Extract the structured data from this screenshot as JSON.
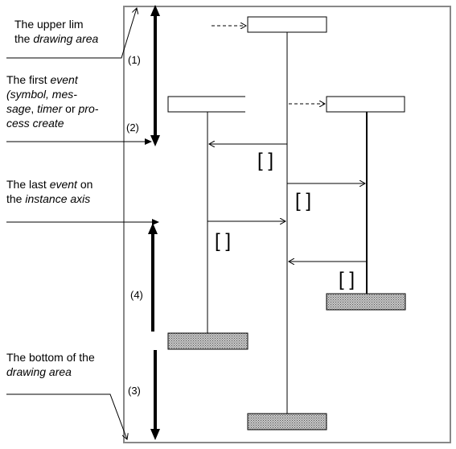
{
  "labels": {
    "upper_limit": {
      "l1": "The upper lim",
      "l2a": "the ",
      "l2b": "drawing area"
    },
    "first_event": {
      "l1a": "The first ",
      "l1b": "event",
      "l2": "(symbol, mes-",
      "l3a": "sage",
      "l3b": ", ",
      "l3c": "timer",
      "l3d": " or ",
      "l3e": "pro-",
      "l4": "cess create"
    },
    "last_event": {
      "l1a": "The last ",
      "l1b": "event",
      "l1c": " on",
      "l2a": "the ",
      "l2b": "instance axis"
    },
    "bottom": {
      "l1": "The bottom of the",
      "l2": "drawing area"
    }
  },
  "markers": {
    "m1": "(1)",
    "m2": "(2)",
    "m3": "(3)",
    "m4": "(4)"
  },
  "brackets": [
    "[ ]",
    "[ ]",
    "[ ]",
    "[ ]"
  ],
  "colors": {
    "frame": "#888888",
    "line": "#000000",
    "stop_fill": "#a8a8a8",
    "background": "#ffffff"
  }
}
